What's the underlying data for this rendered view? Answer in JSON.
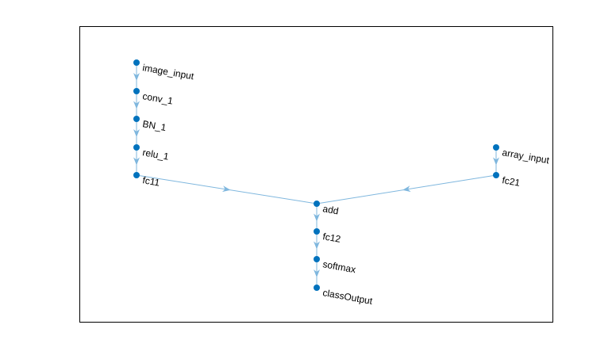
{
  "graph": {
    "title": "",
    "colors": {
      "node": "#0072BD",
      "edge": "#7FB7DE",
      "axes_border": "#000000",
      "background": "#FFFFFF"
    },
    "nodes": [
      {
        "id": "image_input",
        "label": "image_input"
      },
      {
        "id": "conv_1",
        "label": "conv_1"
      },
      {
        "id": "BN_1",
        "label": "BN_1"
      },
      {
        "id": "relu_1",
        "label": "relu_1"
      },
      {
        "id": "fc11",
        "label": "fc11"
      },
      {
        "id": "array_input",
        "label": "array_input"
      },
      {
        "id": "fc21",
        "label": "fc21"
      },
      {
        "id": "add",
        "label": "add"
      },
      {
        "id": "fc12",
        "label": "fc12"
      },
      {
        "id": "softmax",
        "label": "softmax"
      },
      {
        "id": "classOutput",
        "label": "classOutput"
      }
    ],
    "edges": [
      {
        "from": "image_input",
        "to": "conv_1"
      },
      {
        "from": "conv_1",
        "to": "BN_1"
      },
      {
        "from": "BN_1",
        "to": "relu_1"
      },
      {
        "from": "relu_1",
        "to": "fc11"
      },
      {
        "from": "fc11",
        "to": "add"
      },
      {
        "from": "array_input",
        "to": "fc21"
      },
      {
        "from": "fc21",
        "to": "add"
      },
      {
        "from": "add",
        "to": "fc12"
      },
      {
        "from": "fc12",
        "to": "softmax"
      },
      {
        "from": "softmax",
        "to": "classOutput"
      }
    ]
  }
}
